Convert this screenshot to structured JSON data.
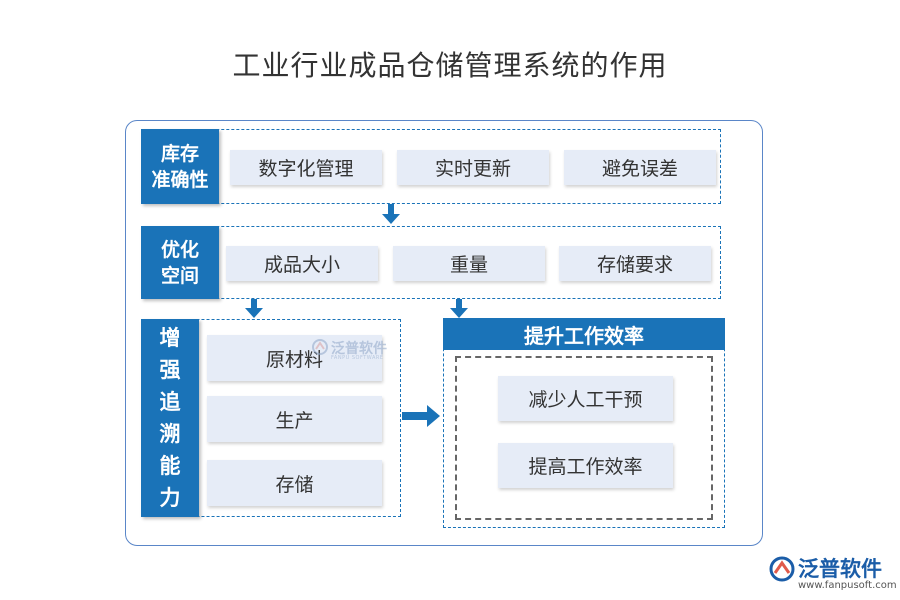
{
  "title": "工业行业成品仓储管理系统的作用",
  "rows": [
    {
      "label": "库存\n准确性",
      "items": [
        "数字化管理",
        "实时更新",
        "避免误差"
      ]
    },
    {
      "label": "优化\n空间",
      "items": [
        "成品大小",
        "重量",
        "存储要求"
      ]
    }
  ],
  "traceability": {
    "label": "增\n强\n追\n溯\n能\n力",
    "items": [
      "原材料",
      "生产",
      "存储"
    ]
  },
  "efficiency": {
    "header": "提升工作效率",
    "items": [
      "减少人工干预",
      "提高工作效率"
    ]
  },
  "watermark": {
    "name": "泛普软件",
    "sub": "FANPU SOFTWARE"
  },
  "brand": {
    "name": "泛普软件",
    "url": "www.fanpusoft.com"
  },
  "colors": {
    "accent": "#1a73b8",
    "chip": "#e6ecf7",
    "border": "#5a86c8"
  }
}
